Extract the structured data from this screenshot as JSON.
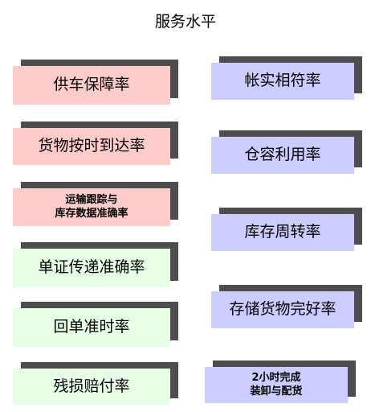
{
  "title": "服务水平",
  "left_column": [
    {
      "label": "供车保障率",
      "fill": "#ffcccc"
    },
    {
      "label": "货物按时到达率",
      "fill": "#ffcccc"
    },
    {
      "label": "运输跟踪与\n库存数据准确率",
      "fill": "#ffcccc"
    },
    {
      "label": "单证传递准确率",
      "fill": "#e6ffe6"
    },
    {
      "label": "回单准时率",
      "fill": "#e6ffe6"
    },
    {
      "label": "残损赔付率",
      "fill": "#e6ffe6"
    }
  ],
  "right_column": [
    {
      "label": "帐实相符率",
      "fill": "#ccccff"
    },
    {
      "label": "仓容利用率",
      "fill": "#ccccff"
    },
    {
      "label": "库存周转率",
      "fill": "#ccccff"
    },
    {
      "label": "存储货物完好率",
      "fill": "#ccccff"
    },
    {
      "label": "2小时完成\n装卸与配货",
      "fill": "#ccccff"
    }
  ],
  "colors": {
    "shadow": "#4d4d4d",
    "pink": "#ffcccc",
    "green": "#e6ffe6",
    "lavender": "#ccccff"
  }
}
